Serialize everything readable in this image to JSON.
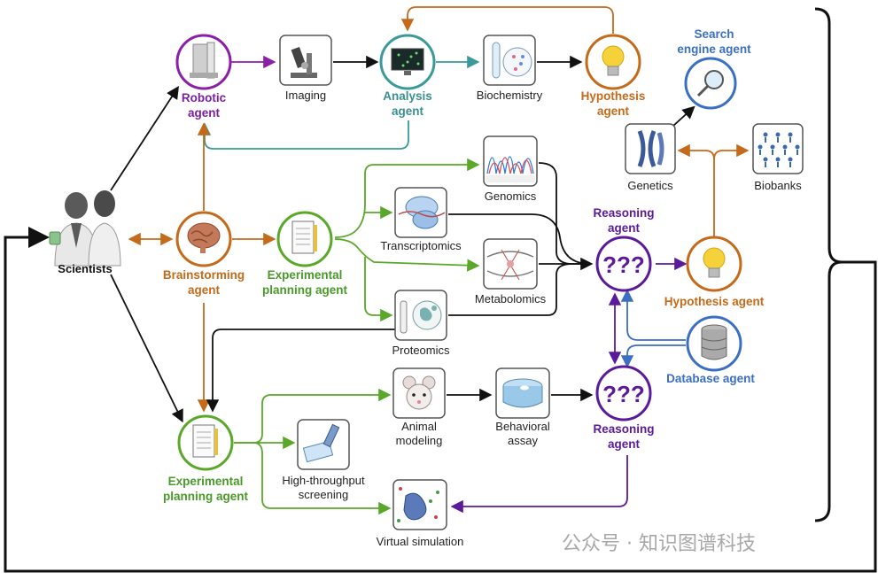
{
  "nodes": {
    "scientists": "Scientists",
    "robotic_agent": "Robotic\nagent",
    "imaging": "Imaging",
    "analysis_agent": "Analysis\nagent",
    "biochemistry": "Biochemistry",
    "hypothesis_agent_top": "Hypothesis\nagent",
    "brainstorming_agent": "Brainstorming\nagent",
    "experimental_planning_agent_top": "Experimental\nplanning agent",
    "genomics": "Genomics",
    "transcriptomics": "Transcriptomics",
    "metabolomics": "Metabolomics",
    "proteomics": "Proteomics",
    "reasoning_agent_top": "Reasoning\nagent",
    "search_engine_agent": "Search\nengine agent",
    "genetics": "Genetics",
    "biobanks": "Biobanks",
    "hypothesis_agent_right": "Hypothesis agent",
    "database_agent": "Database agent",
    "experimental_planning_agent_bottom": "Experimental\nplanning agent",
    "animal_modeling": "Animal\nmodeling",
    "behavioral_assay": "Behavioral\nassay",
    "reasoning_agent_bottom": "Reasoning\nagent",
    "high_throughput_screening": "High-throughput\nscreening",
    "virtual_simulation": "Virtual simulation"
  },
  "reasoning_symbol": "???",
  "watermark": "公众号 · 知识图谱科技",
  "colors": {
    "robotic": "#8b1fa8",
    "analysis": "#3a9a9a",
    "orange": "#c46a1a",
    "green": "#5aa82a",
    "blue": "#3b6fc4",
    "violet": "#5a1a9a",
    "black": "#111111"
  }
}
